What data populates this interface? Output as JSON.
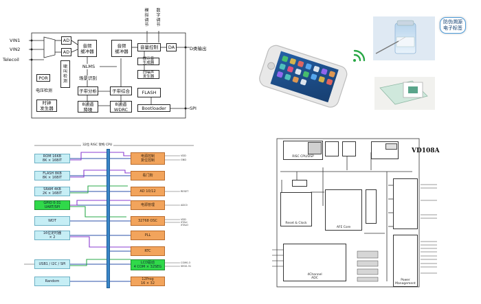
{
  "top_left": {
    "inputs": [
      "VIN1",
      "VIN2",
      "Telecoil"
    ],
    "ad1": "AD",
    "ad2": "AD",
    "audio_buf_in": "音频\n缓冲器",
    "nlms": "NLMS",
    "feedback_detect": "啸\n叫\n检\n测",
    "scene_detect": "场景识别",
    "subband_analysis": "子带分析",
    "subband_synthesis": "子带综合",
    "wdrc": "8通道\nWDRC",
    "noise_reduction": "8通道\n降噪",
    "audio_buf_out": "音频\n缓冲器",
    "volume_ctrl": "音量控制",
    "da": "DA",
    "output": "D类输出",
    "tone_gen": "提示音\n生成器",
    "white_noise": "白噪声\n发生器",
    "flash": "FLASH",
    "bootloader": "Bootloader",
    "spi": "SPI",
    "por": "POR",
    "voltage_monitor": "电压检测",
    "clock_gen": "时钟\n发生器",
    "mode_adjust": "模\n拟\n调\n节",
    "digital_adjust": "数\n字\n调\n节"
  },
  "top_right": {
    "badge": "防伪溯源\n电子标签"
  },
  "bottom_left": {
    "bus_label": "32位 RISC 架构 CPU",
    "left_blocks": [
      "ROM 16KB\n8K × 16BIT",
      "FLASH 8KB\n8K × 16BIT",
      "SRAM 4KB\n2K × 16BIT",
      "GPIO 0-31\nUART/SPI",
      "WDT",
      "16位定时器\n× 2",
      "USB1 / I2C / SPI",
      "Random"
    ],
    "right_blocks": [
      "电源控制\n复位控制",
      "看门狗",
      "AD 10/12",
      "电源管理",
      "32768 OSC",
      "PLL",
      "RTC",
      "LCD驱动\n4 COM × 32SEG",
      "12Prog\n16 × 32"
    ],
    "signals_right": [
      "VDD",
      "GND",
      "RESET",
      "ADC0",
      "VDD",
      "XTALI",
      "XTALO",
      "COM0-3",
      "SEG0-31"
    ]
  },
  "bottom_right": {
    "title": "VD108A",
    "cpu": "RISC CPU/DSP",
    "afe": "AFE Core",
    "reset": "Reset & Clock",
    "adc": "4Channel\nADC",
    "power": "Power\nManagement"
  }
}
